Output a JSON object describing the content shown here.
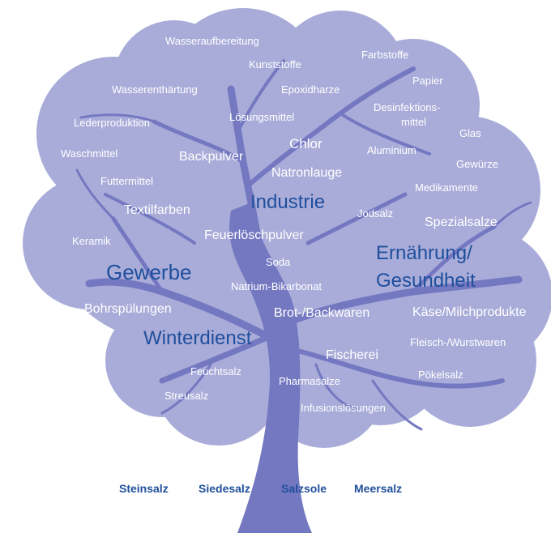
{
  "colors": {
    "crown": "#a9acd9",
    "trunk": "#7478c1",
    "light_text": "#ffffff",
    "dark_text": "#1f4f9c"
  },
  "labels": {
    "wasseraufbereitung": "Wasseraufbereitung",
    "kunststoffe": "Kunststoffe",
    "farbstoffe": "Farbstoffe",
    "wasserenthaertung": "Wasserenthärtung",
    "epoxidharze": "Epoxidharze",
    "papier": "Papier",
    "desinfektions": "Desinfektions-",
    "mittel": "mittel",
    "lederproduktion": "Lederproduktion",
    "loesungsmittel": "Lösungsmittel",
    "glas": "Glas",
    "chlor": "Chlor",
    "aluminium": "Aluminium",
    "waschmittel": "Waschmittel",
    "backpulver": "Backpulver",
    "gewuerze": "Gewürze",
    "futtermittel": "Futtermittel",
    "natronlauge": "Natronlauge",
    "medikamente": "Medikamente",
    "industrie": "Industrie",
    "textilfarben": "Textilfarben",
    "jodsalz": "Jodsalz",
    "spezialsalze": "Spezialsalze",
    "feuerloeschpulver": "Feuerlöschpulver",
    "keramik": "Keramik",
    "ernaehrung": "Ernährung/",
    "gesundheit": "Gesundheit",
    "soda": "Soda",
    "gewerbe": "Gewerbe",
    "natrium_bikarbonat": "Natrium-Bikarbonat",
    "bohrspuelungen": "Bohrspülungen",
    "brot_backwaren": "Brot-/Backwaren",
    "kaese_milchprodukte": "Käse/Milchprodukte",
    "winterdienst": "Winterdienst",
    "fleisch_wurstwaren": "Fleisch-/Wurstwaren",
    "fischerei": "Fischerei",
    "feuchtsalz": "Feuchtsalz",
    "poekelsalz": "Pökelsalz",
    "pharmasalze": "Pharmasalze",
    "streusalz": "Streusalz",
    "infusionsloesungen": "Infusionslösungen"
  },
  "roots": {
    "steinsalz": "Steinsalz",
    "siedesalz": "Siedesalz",
    "salzsole": "Salzsole",
    "meersalz": "Meersalz"
  }
}
